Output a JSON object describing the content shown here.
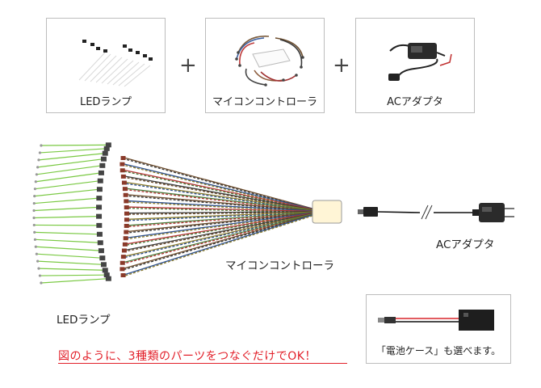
{
  "top_row": {
    "items": [
      {
        "caption": "LEDランプ",
        "icon": "led-lamps-icon"
      },
      {
        "caption": "マイコンコントローラ",
        "icon": "controller-icon"
      },
      {
        "caption": "ACアダプタ",
        "icon": "ac-adapter-icon"
      }
    ],
    "plus_sign": "+"
  },
  "diagram": {
    "led_label": "LEDランプ",
    "controller_label": "マイコンコントローラ",
    "adapter_label": "ACアダプタ"
  },
  "battery_box": {
    "caption": "「電池ケース」も選べます。"
  },
  "headline": "図のように、3種類のパーツをつなぐだけでOK！",
  "colors": {
    "led_wire": "#7ac943",
    "controller_body": "#fff5d6",
    "headline_red": "#e2202a",
    "cable_black": "#111111",
    "cable_red": "#d9262b"
  }
}
